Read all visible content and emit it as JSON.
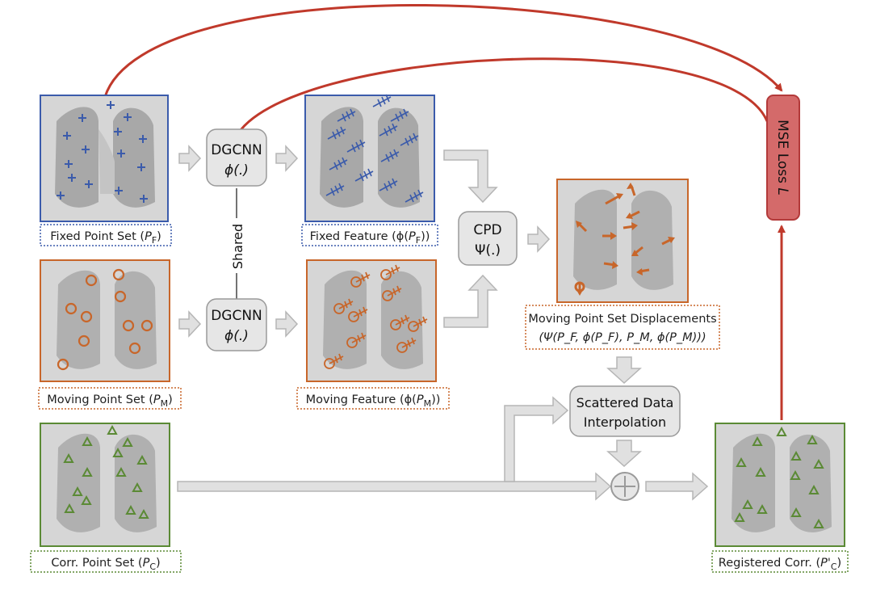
{
  "colors": {
    "fixed": "#3b5bab",
    "moving": "#c8662a",
    "corr": "#5b8a35",
    "loss_fill": "#d46a6a",
    "loss_stroke": "#b33a3a",
    "arrow_red": "#c0392b",
    "flow_arrow": "#d9d9d9",
    "node_fill": "#e6e6e6"
  },
  "nodes": {
    "dgcnn_top": {
      "line1": "DGCNN",
      "line2": "ϕ(.)"
    },
    "dgcnn_bottom": {
      "line1": "DGCNN",
      "line2": "ϕ(.)"
    },
    "cpd": {
      "line1": "CPD",
      "line2": "Ψ(.)"
    },
    "sdi": {
      "line1": "Scattered Data",
      "line2": "Interpolation"
    },
    "shared": "Shared",
    "loss": {
      "text": "MSE Loss ",
      "symbol": "L"
    }
  },
  "labels": {
    "fixed_point_set": {
      "pre": "Fixed Point Set (",
      "var": "P",
      "sub": "F",
      "post": ")"
    },
    "fixed_feature": {
      "pre": "Fixed Feature (ϕ(",
      "var": "P",
      "sub": "F",
      "post": "))"
    },
    "moving_point_set": {
      "pre": "Moving Point Set (",
      "var": "P",
      "sub": "M",
      "post": ")"
    },
    "moving_feature": {
      "pre": "Moving Feature (ϕ(",
      "var": "P",
      "sub": "M",
      "post": "))"
    },
    "moving_displacements": {
      "line1": "Moving Point Set Displacements",
      "line2": "(Ψ(P_F, ϕ(P_F), P_M, ϕ(P_M)))"
    },
    "corr_point_set": {
      "pre": "Corr. Point Set (",
      "var": "P",
      "sub": "C",
      "post": ")"
    },
    "registered_corr": {
      "pre": "Registered Corr. (",
      "var": "P'",
      "sub": "C",
      "post": ")"
    }
  },
  "icons": {
    "fixed_markers": "plus-icon",
    "moving_markers": "circle-icon",
    "corr_markers": "triangle-icon",
    "feature_markers": "hatched-cross-icon",
    "displacement_markers": "arrow-icon",
    "sum": "circled-plus-icon"
  }
}
